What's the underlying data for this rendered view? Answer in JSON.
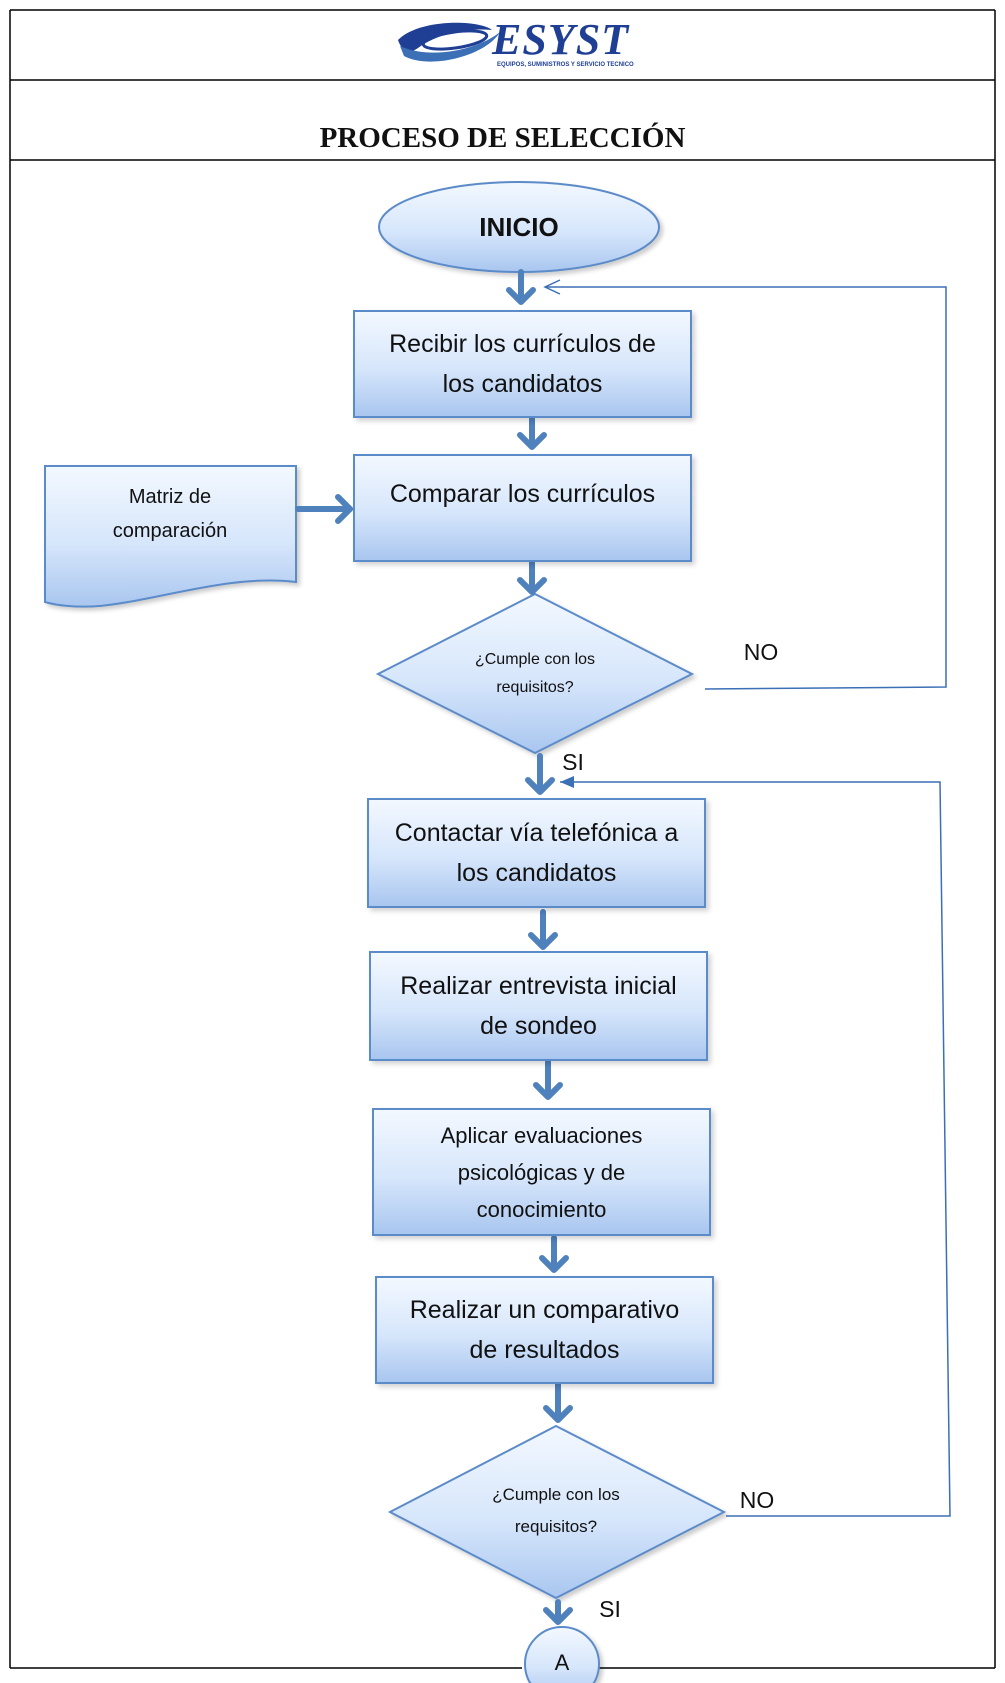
{
  "header": {
    "logo_word": "ESYST",
    "logo_tagline": "EQUIPOS, SUMINISTROS Y SERVICIO TECNICO",
    "title": "PROCESO DE SELECCIÓN"
  },
  "flow": {
    "start": "INICIO",
    "step1": "Recibir los currículos de los candidatos",
    "document": "Matriz de comparación",
    "step2": "Comparar los currículos",
    "decision1": "¿Cumple con los requisitos?",
    "decision1_no": "NO",
    "decision1_yes": "SI",
    "step3": "Contactar vía telefónica a los candidatos",
    "step4": "Realizar entrevista inicial de sondeo",
    "step5": "Aplicar evaluaciones psicológicas y de conocimiento",
    "step6": "Realizar un comparativo de resultados",
    "decision2": "¿Cumple con los requisitos?",
    "decision2_no": "NO",
    "decision2_yes": "SI",
    "connector": "A"
  },
  "colors": {
    "shape_border": "#5b8bc9",
    "shape_fill_top": "#f3f8ff",
    "shape_fill_bottom": "#a9c6ef",
    "arrow": "#4f81bd",
    "loop_line": "#3b6fb6",
    "logo_blue": "#1f3f95"
  }
}
